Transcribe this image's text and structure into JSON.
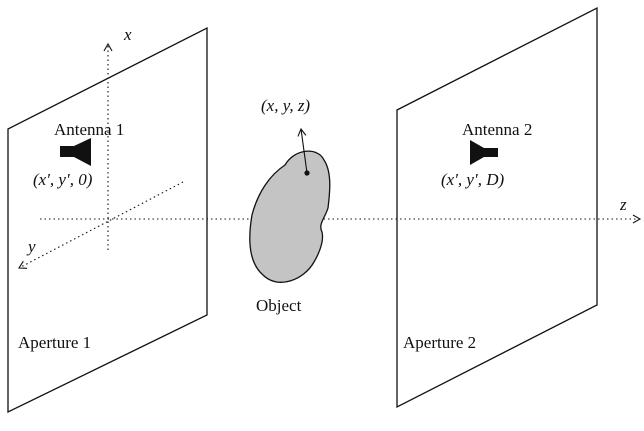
{
  "labels": {
    "antenna1": "Antenna 1",
    "antenna1_coord": "(x′, y′, 0)",
    "antenna2": "Antenna 2",
    "antenna2_coord": "(x′, y′, D)",
    "object": "Object",
    "point": "(x, y, z)",
    "aperture1": "Aperture 1",
    "aperture2": "Aperture 2",
    "axis_x": "x",
    "axis_y": "y",
    "axis_z": "z"
  },
  "colors": {
    "line": "#111111",
    "object_fill": "#c4c4c4"
  },
  "icons": {
    "antenna": "horn-antenna-icon",
    "object": "blob-shape"
  }
}
